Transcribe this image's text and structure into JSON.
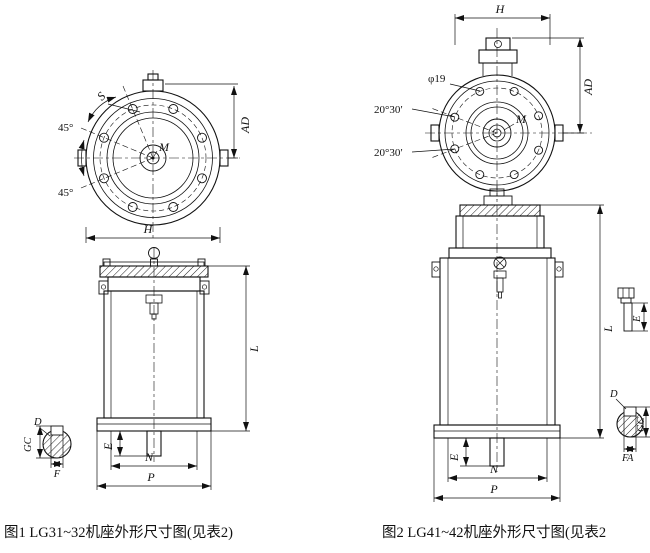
{
  "page": {
    "background": "#ffffff",
    "ink": "#1a1a1a"
  },
  "figure1": {
    "caption": "图1  LG31~32机座外形尺寸图(见表2)",
    "top_view": {
      "label_s": "S",
      "angle_upper": "45°",
      "angle_lower": "45°",
      "label_m": "M",
      "dim_ad": "AD",
      "dim_h": "H"
    },
    "front_view": {
      "dim_l": "L",
      "dim_e": "E",
      "dim_n": "N",
      "dim_p": "P"
    },
    "shaft_detail": {
      "dim_d": "D",
      "dim_gc": "GC",
      "dim_f": "F"
    }
  },
  "figure2": {
    "caption": "图2  LG41~42机座外形尺寸图(见表2",
    "top_view": {
      "dim_h": "H",
      "label_phi": "φ19",
      "angle_upper": "20°30′",
      "angle_lower": "20°30′",
      "label_m": "M",
      "dim_ad": "AD"
    },
    "front_view": {
      "dim_l": "L",
      "dim_e": "E",
      "dim_n": "N",
      "dim_p": "P"
    },
    "side_detail": {
      "dim_e": "E"
    },
    "shaft_detail": {
      "dim_d": "D",
      "dim_gc": "GC",
      "dim_fa": "FA"
    }
  }
}
